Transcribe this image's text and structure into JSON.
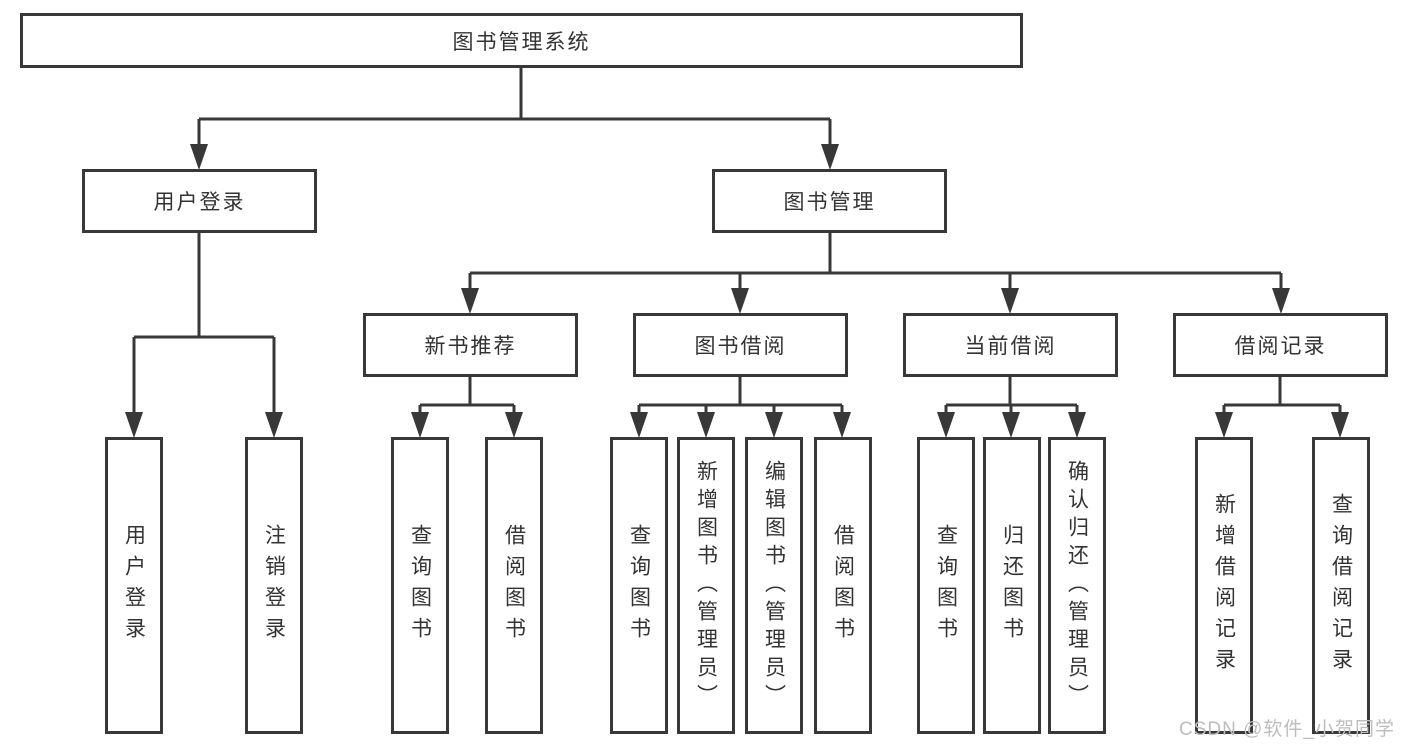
{
  "diagram_type": "hierarchy-tree",
  "colors": {
    "line": "#383838",
    "node_border": "#383838",
    "node_text": "#333333",
    "background": "#ffffff",
    "watermark_text_color": "#bdbdbd"
  },
  "tree": {
    "label": "图书管理系统",
    "children": [
      {
        "label": "用户登录",
        "children": [
          {
            "label": "用户登录"
          },
          {
            "label": "注销登录"
          }
        ]
      },
      {
        "label": "图书管理",
        "children": [
          {
            "label": "新书推荐",
            "children": [
              {
                "label": "查询图书"
              },
              {
                "label": "借阅图书"
              }
            ]
          },
          {
            "label": "图书借阅",
            "children": [
              {
                "label": "查询图书"
              },
              {
                "label": "新增图书（管理员）"
              },
              {
                "label": "编辑图书（管理员）"
              },
              {
                "label": "借阅图书"
              }
            ]
          },
          {
            "label": "当前借阅",
            "children": [
              {
                "label": "查询图书"
              },
              {
                "label": "归还图书"
              },
              {
                "label": "确认归还（管理员）"
              }
            ]
          },
          {
            "label": "借阅记录",
            "children": [
              {
                "label": "新增借阅记录"
              },
              {
                "label": "查询借阅记录"
              }
            ]
          }
        ]
      }
    ]
  },
  "watermark": {
    "text": "CSDN @软件_小贺同学"
  }
}
